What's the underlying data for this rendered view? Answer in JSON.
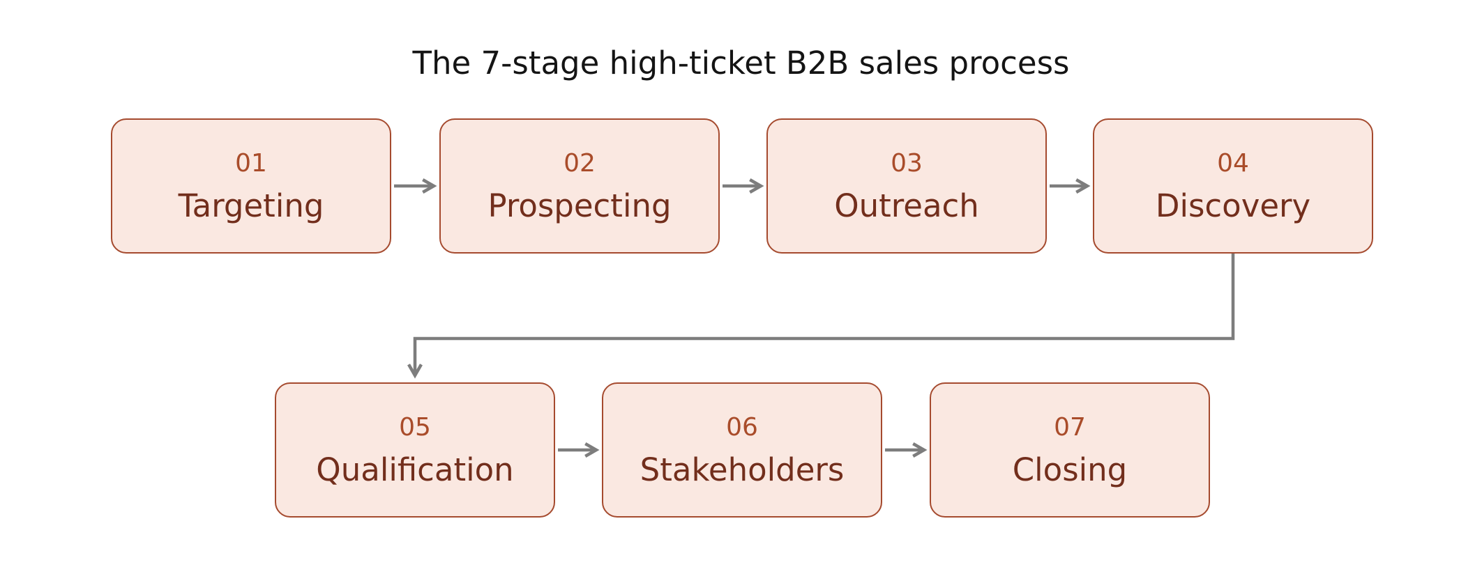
{
  "title": "The 7-stage high-ticket B2B sales process",
  "stages": [
    {
      "number": "01",
      "label": "Targeting"
    },
    {
      "number": "02",
      "label": "Prospecting"
    },
    {
      "number": "03",
      "label": "Outreach"
    },
    {
      "number": "04",
      "label": "Discovery"
    },
    {
      "number": "05",
      "label": "Qualification"
    },
    {
      "number": "06",
      "label": "Stakeholders"
    },
    {
      "number": "07",
      "label": "Closing"
    }
  ],
  "connections": [
    {
      "from": "01",
      "to": "02"
    },
    {
      "from": "02",
      "to": "03"
    },
    {
      "from": "03",
      "to": "04"
    },
    {
      "from": "04",
      "to": "05"
    },
    {
      "from": "05",
      "to": "06"
    },
    {
      "from": "06",
      "to": "07"
    }
  ],
  "theme": {
    "background": "#ffffff",
    "box_fill": "#fae8e1",
    "box_border": "#a54a2e",
    "number_color": "#a94c2a",
    "label_color": "#722e1c",
    "arrow_color": "#7d7d7d",
    "title_color": "#141414"
  }
}
